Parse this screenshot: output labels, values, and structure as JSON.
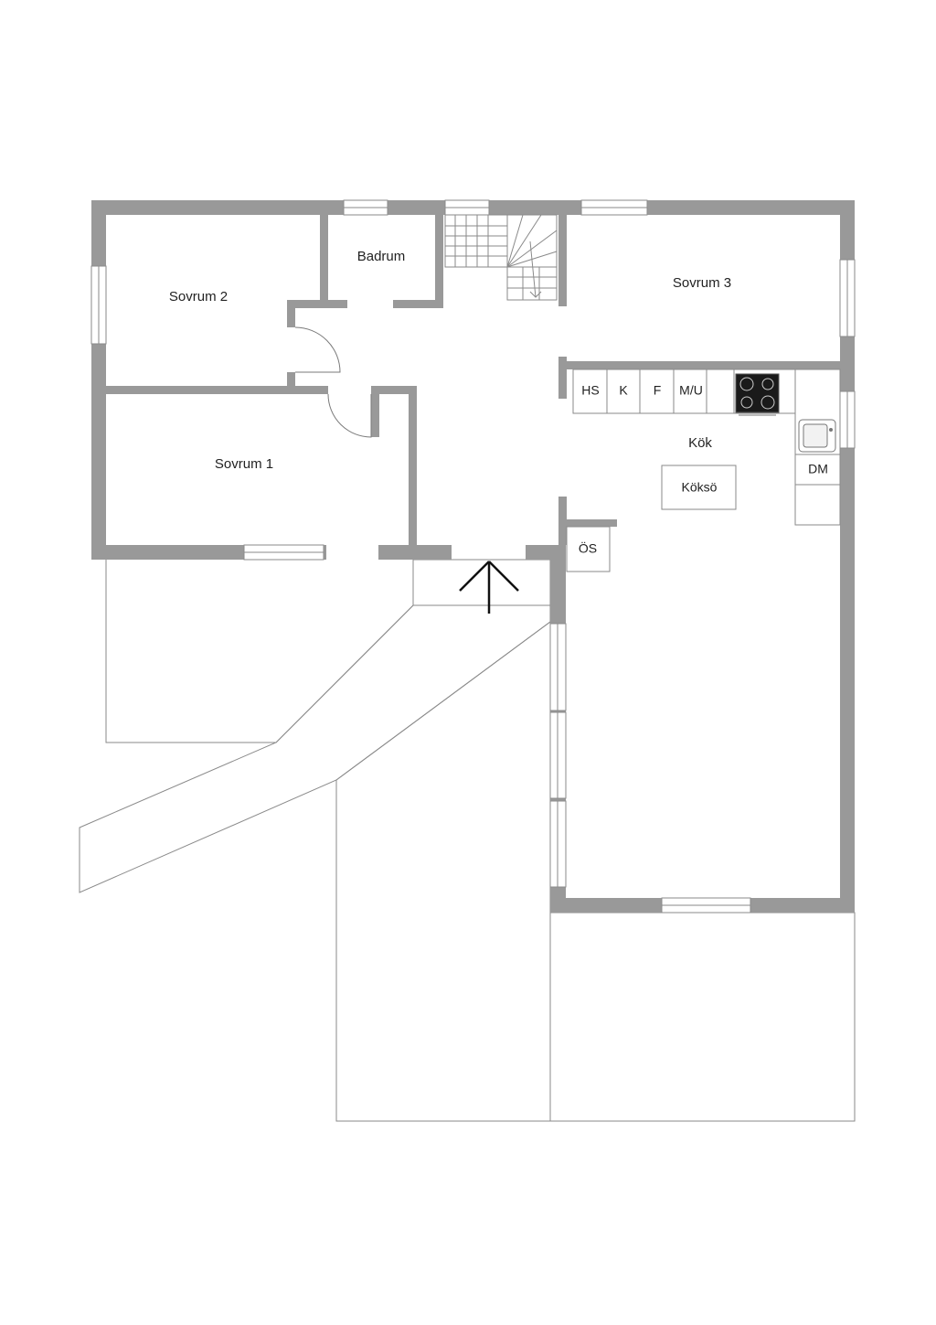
{
  "colors": {
    "wall": "#999999",
    "line": "#8a8a8a",
    "text": "#222222",
    "arrow": "#111111"
  },
  "rooms": {
    "sovrum2": "Sovrum 2",
    "badrum": "Badrum",
    "sovrum3": "Sovrum 3",
    "sovrum1": "Sovrum 1",
    "kok": "Kök"
  },
  "fixtures": {
    "hs": "HS",
    "k": "K",
    "f": "F",
    "mu": "M/U",
    "dm": "DM",
    "koksö": "Köksö",
    "os": "ÖS"
  },
  "icons": {
    "entrance": "arrow-up-icon",
    "stove": "stove-icon",
    "sink": "sink-icon"
  }
}
